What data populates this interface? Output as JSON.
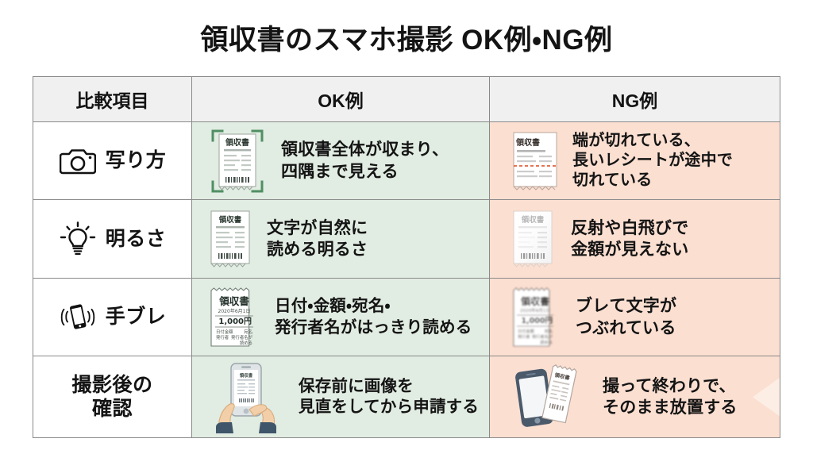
{
  "title": "領収書のスマホ撮影 OK例・NG例",
  "table": {
    "header": {
      "item": "比較項目",
      "ok": "OK例",
      "ng": "NG例"
    },
    "rows": [
      {
        "icon": "camera-icon",
        "item": "写り方",
        "ok": {
          "thumb": "receipt-with-focus-brackets",
          "text": "領収書全体が収まり、\n四隅まで見える"
        },
        "ng": {
          "thumb": "receipt-cut-off",
          "text": "端が切れている、\n長いレシートが途中で\n切れている"
        }
      },
      {
        "icon": "lightbulb-icon",
        "item": "明るさ",
        "ok": {
          "thumb": "receipt-well-lit",
          "text": "文字が自然に\n読める明るさ"
        },
        "ng": {
          "thumb": "receipt-blown-out",
          "text": "反射や白飛びで\n金額が見えない"
        }
      },
      {
        "icon": "phone-shake-icon",
        "item": "手ブレ",
        "ok": {
          "thumb": "receipt-sharp-detail",
          "text": "日付・金額・宛名・\n発行者名がはっきり読める"
        },
        "ng": {
          "thumb": "receipt-blurred",
          "text": "ブレて文字が\nつぶれている"
        }
      },
      {
        "icon": "none",
        "item": "撮影後の\n確認",
        "ok": {
          "thumb": "hands-holding-phone",
          "text": "保存前に画像を\n見直をしてから申請する"
        },
        "ng": {
          "thumb": "phone-and-receipt-left-alone",
          "text": "撮って終わりで、\nそのまま放置する"
        }
      }
    ]
  },
  "receipt_sample": {
    "heading": "領収書",
    "date": "2020年6月1日",
    "amount": "1,000円",
    "label_left_1": "日付金額",
    "label_left_2": "発行者",
    "label_right_1": "宛名",
    "label_right_2": "発行者名が",
    "label_right_3": "読める"
  },
  "colors": {
    "ok_background": "#e1ece2",
    "ng_background": "#fbdfd1",
    "header_background": "#f0f0f0",
    "border": "#8a8a8a",
    "focus_bracket": "#4f8f63",
    "cut_line": "#e2603c",
    "text": "#141414",
    "page_background": "#ffffff"
  }
}
